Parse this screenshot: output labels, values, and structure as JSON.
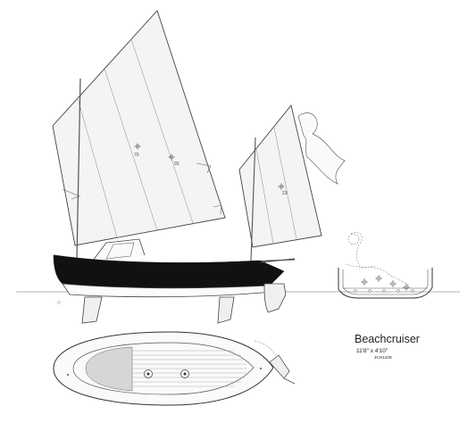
{
  "title_block": {
    "name": "Beachcruiser",
    "dimensions": "11'8\" x 4'10\"",
    "design_code": "JCH1108"
  },
  "sail_labels": {
    "main_area": "70",
    "main_small": "93",
    "mizzen_area": "23"
  },
  "colors": {
    "hull_band": "#111111",
    "line": "#444444",
    "sail_fill": "#f4f4f4",
    "water": "#9a9a9a"
  }
}
